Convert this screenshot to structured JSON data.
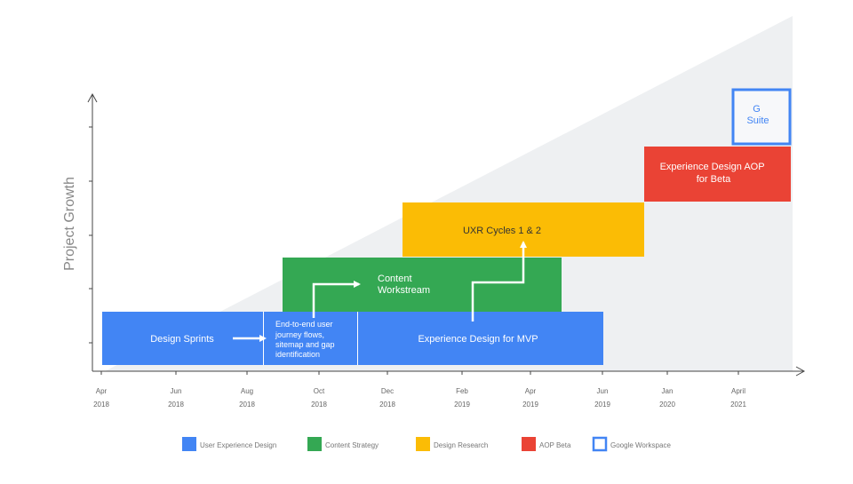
{
  "y_axis_label": "Project Growth",
  "ticks": [
    {
      "month": "Apr",
      "year": "2018"
    },
    {
      "month": "Jun",
      "year": "2018"
    },
    {
      "month": "Aug",
      "year": "2018"
    },
    {
      "month": "Oct",
      "year": "2018"
    },
    {
      "month": "Dec",
      "year": "2018"
    },
    {
      "month": "Feb",
      "year": "2019"
    },
    {
      "month": "Apr",
      "year": "2019"
    },
    {
      "month": "Jun",
      "year": "2019"
    },
    {
      "month": "Jan",
      "year": "2020"
    },
    {
      "month": "April",
      "year": "2021"
    }
  ],
  "colors": {
    "ux": "#4285F4",
    "content": "#34A853",
    "research": "#FBBC05",
    "aop": "#EA4335",
    "workspace": "#4285F4"
  },
  "blocks": {
    "design_sprints": "Design Sprints",
    "journey": [
      "End-to-end user",
      "journey flows,",
      "sitemap and gap",
      "identification"
    ],
    "mvp": "Experience Design for MVP",
    "content": [
      "Content",
      "Workstream"
    ],
    "uxr": "UXR Cycles 1 & 2",
    "aop": [
      "Experience Design AOP",
      "for Beta"
    ],
    "gsuite": [
      "G",
      "Suite"
    ]
  },
  "legend": [
    {
      "label": "User Experience Design",
      "color_key": "ux",
      "outline": false
    },
    {
      "label": "Content Strategy",
      "color_key": "content",
      "outline": false
    },
    {
      "label": "Design Research",
      "color_key": "research",
      "outline": false
    },
    {
      "label": "AOP Beta",
      "color_key": "aop",
      "outline": false
    },
    {
      "label": "Google Workspace",
      "color_key": "workspace",
      "outline": true
    }
  ]
}
